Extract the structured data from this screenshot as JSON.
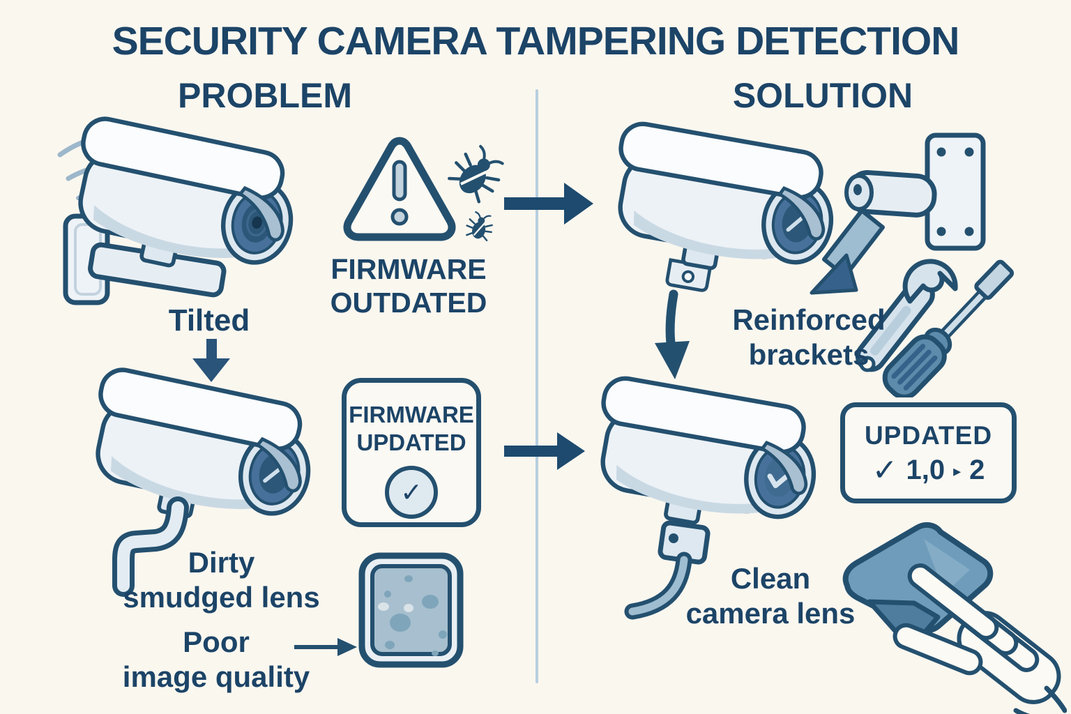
{
  "title": "SECURITY CAMERA TAMPERING DETECTION",
  "problem": {
    "heading": "PROBLEM",
    "tilted_label": "Tilted",
    "firmware_outdated_label": "FIRMWARE\nOUTDATED",
    "dirty_lens_label": "Dirty\nsmudged lens",
    "poor_quality_label": "Poor\nimage quality",
    "firmware_updated_box": {
      "text": "FIRMWARE\nUPDATED",
      "check_glyph": "✓"
    }
  },
  "solution": {
    "heading": "SOLUTION",
    "reinforced_label": "Reinforced\nbrackets",
    "clean_lens_label": "Clean\ncamera lens",
    "updated_box": {
      "title": "UPDATED",
      "check_glyph": "✓",
      "version_from": "1,0",
      "arrow_glyph": "▸",
      "version_to": "2"
    }
  },
  "colors": {
    "background": "#faf7ef",
    "ink": "#1c4467",
    "outline": "#24506f",
    "camera_body": "#edf2f6",
    "camera_shade": "#c9d9e4",
    "lens_blue": "#47719b",
    "lens_dark": "#2d5778",
    "steel_blue": "#9fbdd1",
    "cloth_blue": "#6f9cba",
    "divider": "#b7cedf",
    "arrow": "#1d4a6e"
  }
}
